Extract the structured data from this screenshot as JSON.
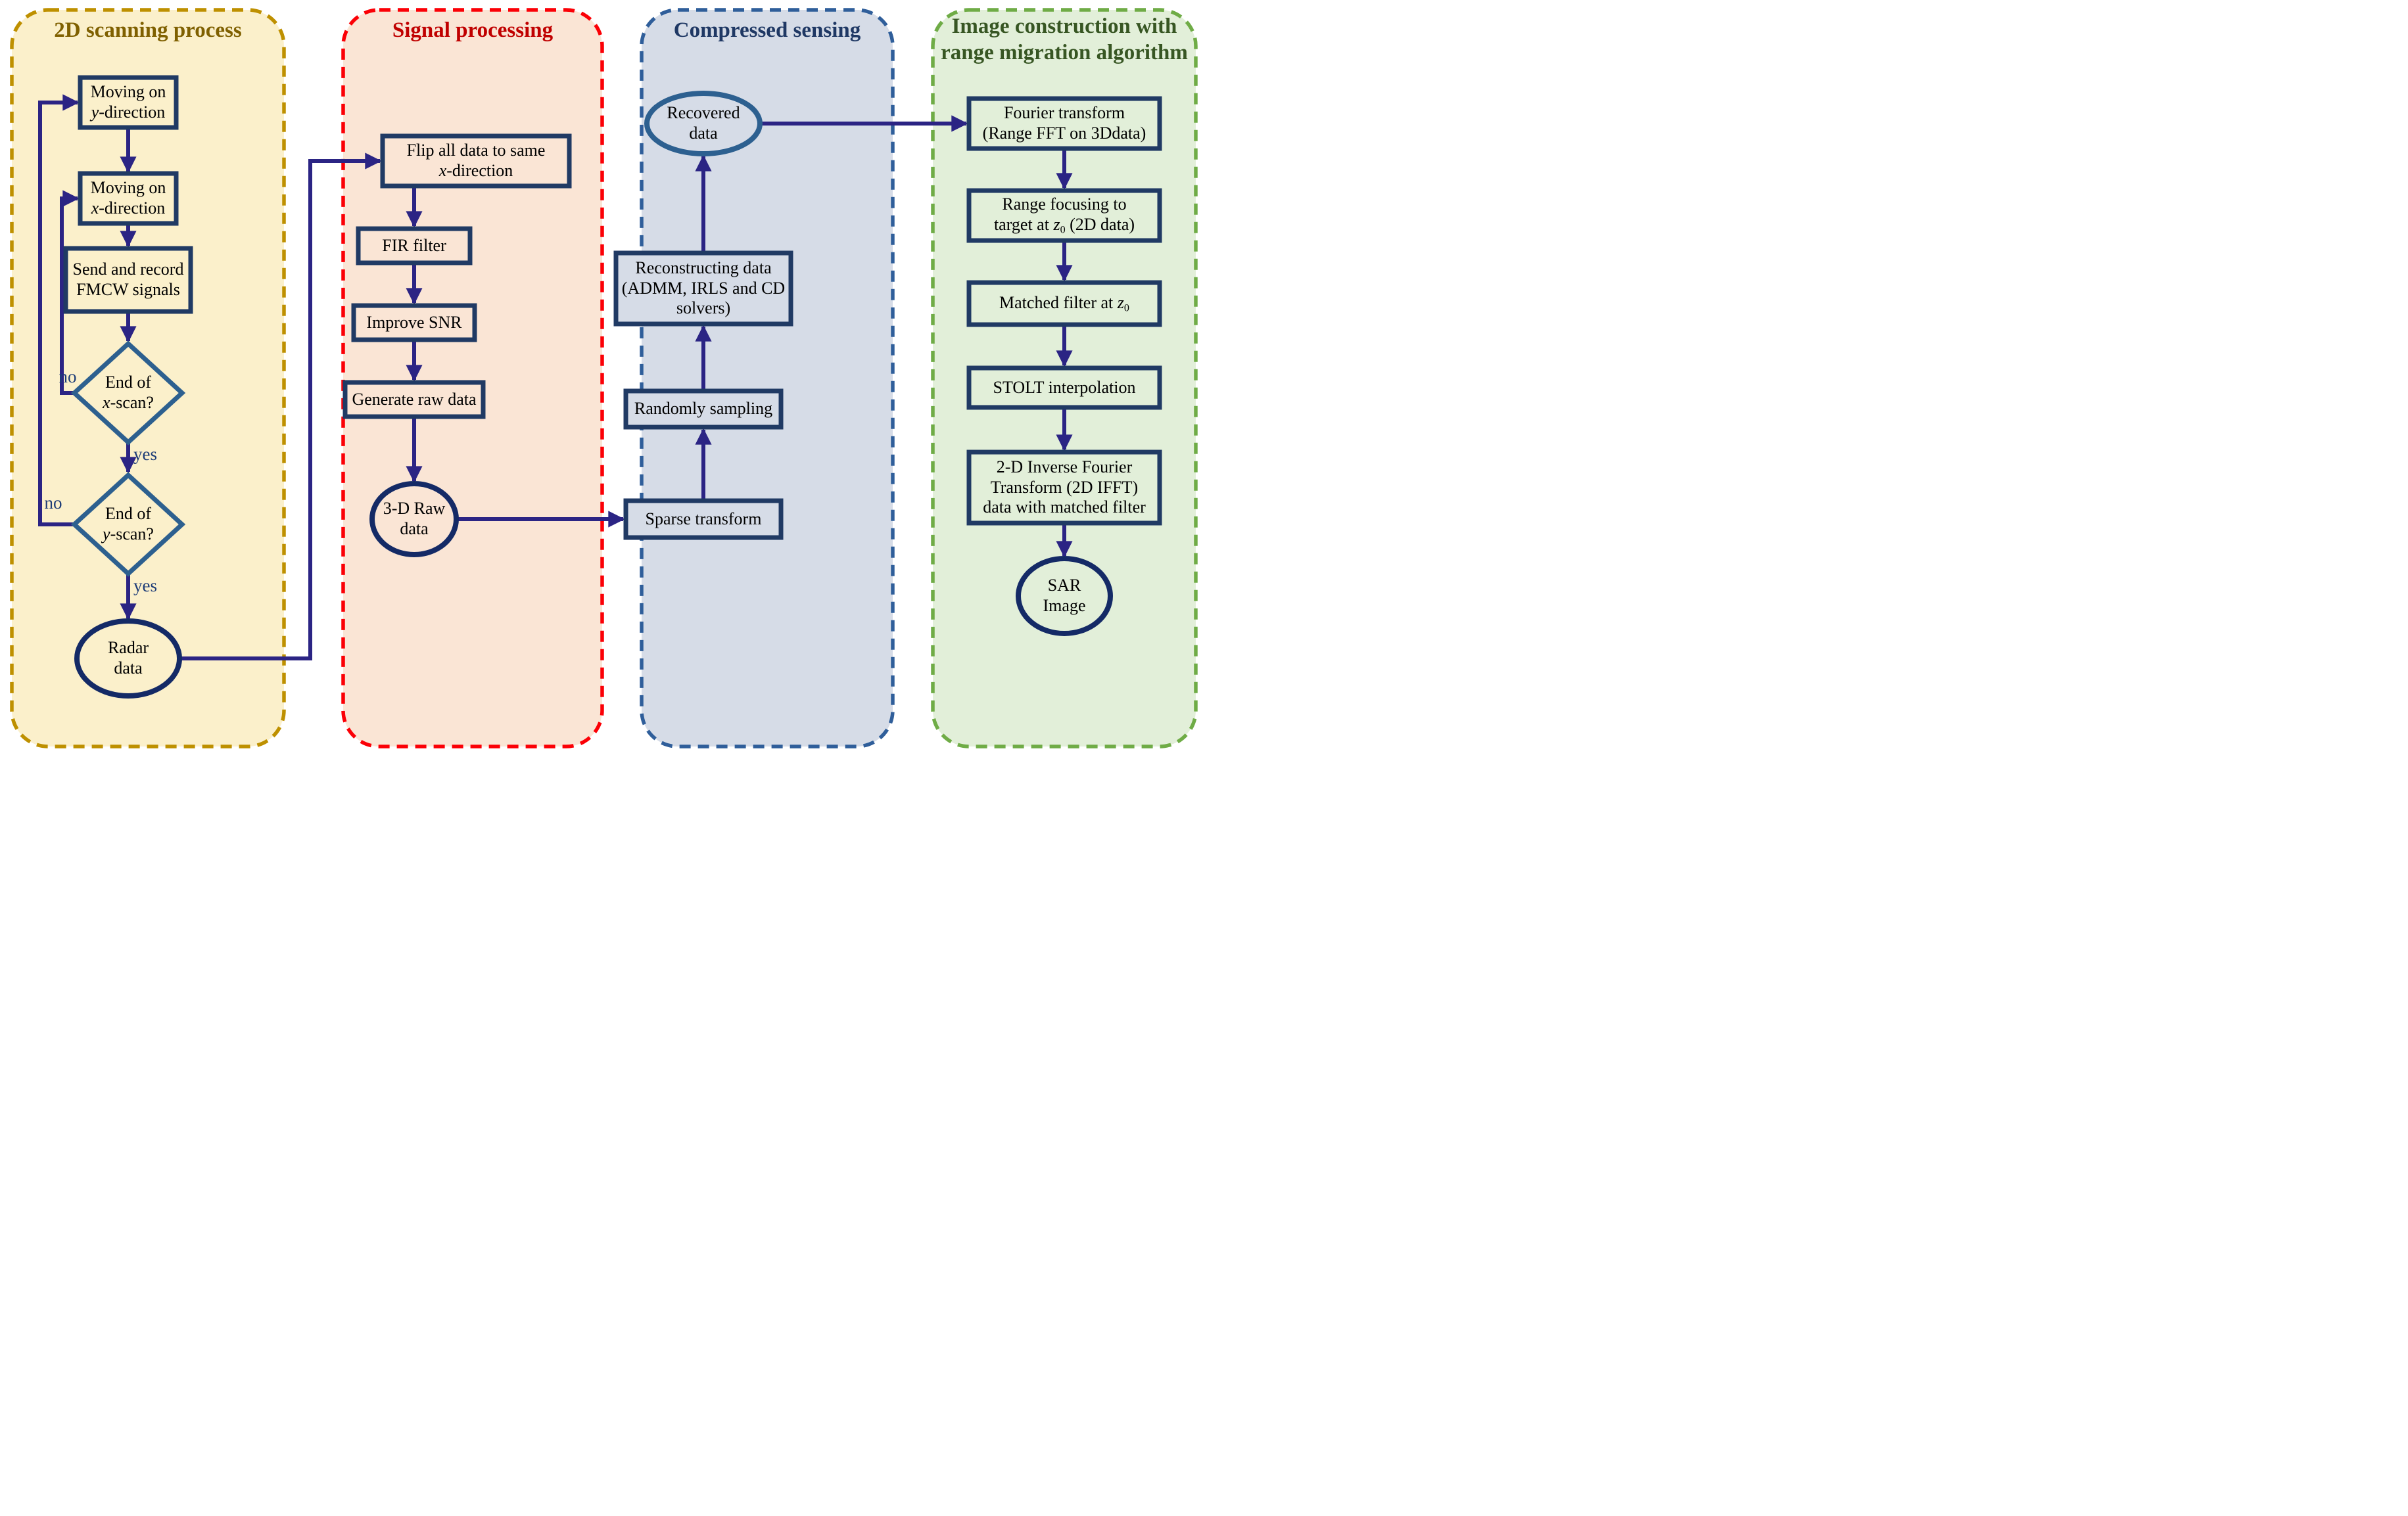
{
  "figure_type": "flowchart",
  "colors": {
    "arrow": "#2B2484",
    "process_border": "#203A64",
    "decision_border": "#2D608F",
    "terminal_border": "#142A66",
    "recovered_ellipse_border": "#2D6090",
    "node_text": "#000000"
  },
  "panels": [
    {
      "id": "scanning",
      "title": "2D scanning process",
      "title_color": "#7F6000",
      "bg": "#FBF0CB",
      "border_color": "#BE9000",
      "nodes": {
        "moving_y": {
          "type": "process",
          "label": [
            [
              {
                "t": "Moving on"
              }
            ],
            [
              {
                "t": "y",
                "i": true
              },
              {
                "t": "-direction"
              }
            ]
          ]
        },
        "moving_x": {
          "type": "process",
          "label": [
            [
              {
                "t": "Moving on"
              }
            ],
            [
              {
                "t": "x",
                "i": true
              },
              {
                "t": "-direction"
              }
            ]
          ]
        },
        "send_record": {
          "type": "process",
          "label": [
            [
              {
                "t": "Send and record"
              }
            ],
            [
              {
                "t": "FMCW signals"
              }
            ]
          ]
        },
        "end_x_scan": {
          "type": "decision",
          "label": [
            [
              {
                "t": "End of"
              }
            ],
            [
              {
                "t": "x",
                "i": true
              },
              {
                "t": "-scan?"
              }
            ]
          ]
        },
        "end_y_scan": {
          "type": "decision",
          "label": [
            [
              {
                "t": "End of"
              }
            ],
            [
              {
                "t": "y",
                "i": true
              },
              {
                "t": "-scan?"
              }
            ]
          ]
        },
        "radar_data": {
          "type": "terminal",
          "label": [
            [
              {
                "t": "Radar"
              }
            ],
            [
              {
                "t": "data"
              }
            ]
          ]
        }
      },
      "edge_labels": {
        "x_scan_no": "no",
        "x_scan_yes": "yes",
        "y_scan_no": "no",
        "y_scan_yes": "yes"
      }
    },
    {
      "id": "signal_processing",
      "title": "Signal processing",
      "title_color": "#C00000",
      "bg": "#FAE5D5",
      "border_color": "#FB0006",
      "nodes": {
        "flip": {
          "type": "process",
          "label": [
            [
              {
                "t": "Flip all data to same"
              }
            ],
            [
              {
                "t": "x",
                "i": true
              },
              {
                "t": "-direction"
              }
            ]
          ]
        },
        "fir": {
          "type": "process",
          "label": [
            [
              {
                "t": "FIR filter"
              }
            ]
          ]
        },
        "improve_snr": {
          "type": "process",
          "label": [
            [
              {
                "t": "Improve SNR"
              }
            ]
          ]
        },
        "generate_raw": {
          "type": "process",
          "label": [
            [
              {
                "t": "Generate raw data"
              }
            ]
          ]
        },
        "raw_3d": {
          "type": "terminal",
          "label": [
            [
              {
                "t": "3-D Raw"
              }
            ],
            [
              {
                "t": "data"
              }
            ]
          ]
        }
      }
    },
    {
      "id": "compressed_sensing",
      "title": "Compressed sensing",
      "title_color": "#1F3864",
      "bg": "#D6DCE7",
      "border_color": "#2F5E9A",
      "nodes": {
        "recovered": {
          "type": "terminal",
          "label": [
            [
              {
                "t": "Recovered"
              }
            ],
            [
              {
                "t": "data"
              }
            ]
          ]
        },
        "reconstructing": {
          "type": "process",
          "label": [
            [
              {
                "t": "Reconstructing data"
              }
            ],
            [
              {
                "t": "(ADMM, IRLS and CD"
              }
            ],
            [
              {
                "t": "solvers)"
              }
            ]
          ]
        },
        "randomly_sampling": {
          "type": "process",
          "label": [
            [
              {
                "t": "Randomly sampling"
              }
            ]
          ]
        },
        "sparse_transform": {
          "type": "process",
          "label": [
            [
              {
                "t": "Sparse transform"
              }
            ]
          ]
        }
      }
    },
    {
      "id": "image_construction",
      "title": "Image construction with range migration algorithm",
      "title_lines": [
        [
          {
            "t": "Image construction with"
          }
        ],
        [
          {
            "t": "range migration algorithm"
          }
        ]
      ],
      "title_color": "#375623",
      "bg": "#E2EFD9",
      "border_color": "#6FAC46",
      "nodes": {
        "fourier": {
          "type": "process",
          "label": [
            [
              {
                "t": "Fourier transform"
              }
            ],
            [
              {
                "t": "(Range FFT on 3Ddata)"
              }
            ]
          ]
        },
        "range_focusing": {
          "type": "process",
          "label": [
            [
              {
                "t": "Range focusing to"
              }
            ],
            [
              {
                "t": "target at "
              },
              {
                "t": "z",
                "i": true
              },
              {
                "t": "0",
                "sub": true
              },
              {
                "t": " (2D data)"
              }
            ]
          ]
        },
        "matched_filter": {
          "type": "process",
          "label": [
            [
              {
                "t": "Matched filter at "
              },
              {
                "t": "z",
                "i": true
              },
              {
                "t": "0",
                "sub": true
              }
            ]
          ]
        },
        "stolt": {
          "type": "process",
          "label": [
            [
              {
                "t": "STOLT interpolation"
              }
            ]
          ]
        },
        "ifft": {
          "type": "process",
          "label": [
            [
              {
                "t": "2-D Inverse Fourier"
              }
            ],
            [
              {
                "t": "Transform (2D IFFT)"
              }
            ],
            [
              {
                "t": "data with matched filter"
              }
            ]
          ]
        },
        "sar_image": {
          "type": "terminal",
          "label": [
            [
              {
                "t": "SAR"
              }
            ],
            [
              {
                "t": "Image"
              }
            ]
          ]
        }
      }
    }
  ]
}
